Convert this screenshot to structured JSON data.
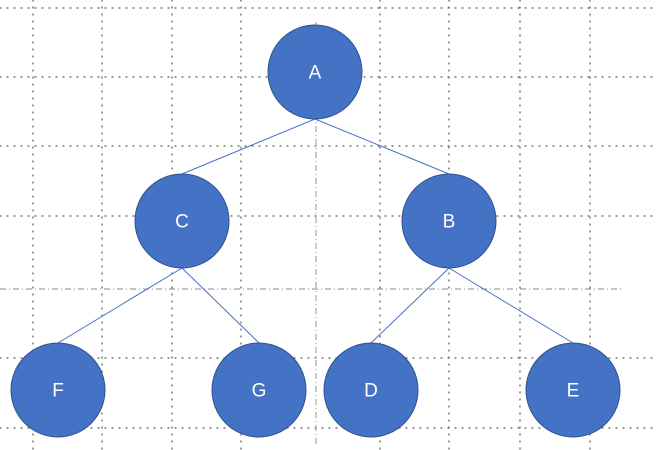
{
  "diagram": {
    "type": "binary-tree",
    "nodes": [
      {
        "id": "A",
        "label": "A"
      },
      {
        "id": "C",
        "label": "C"
      },
      {
        "id": "B",
        "label": "B"
      },
      {
        "id": "F",
        "label": "F"
      },
      {
        "id": "G",
        "label": "G"
      },
      {
        "id": "D",
        "label": "D"
      },
      {
        "id": "E",
        "label": "E"
      }
    ],
    "edges": [
      {
        "from": "A",
        "to": "C"
      },
      {
        "from": "A",
        "to": "B"
      },
      {
        "from": "C",
        "to": "F"
      },
      {
        "from": "C",
        "to": "G"
      },
      {
        "from": "B",
        "to": "D"
      },
      {
        "from": "B",
        "to": "E"
      }
    ],
    "background_grid": "dotted",
    "colors": {
      "node_fill": "#4472C4",
      "node_stroke": "#2F528F",
      "edge": "#4472C4",
      "label": "#FFFFFF"
    }
  }
}
